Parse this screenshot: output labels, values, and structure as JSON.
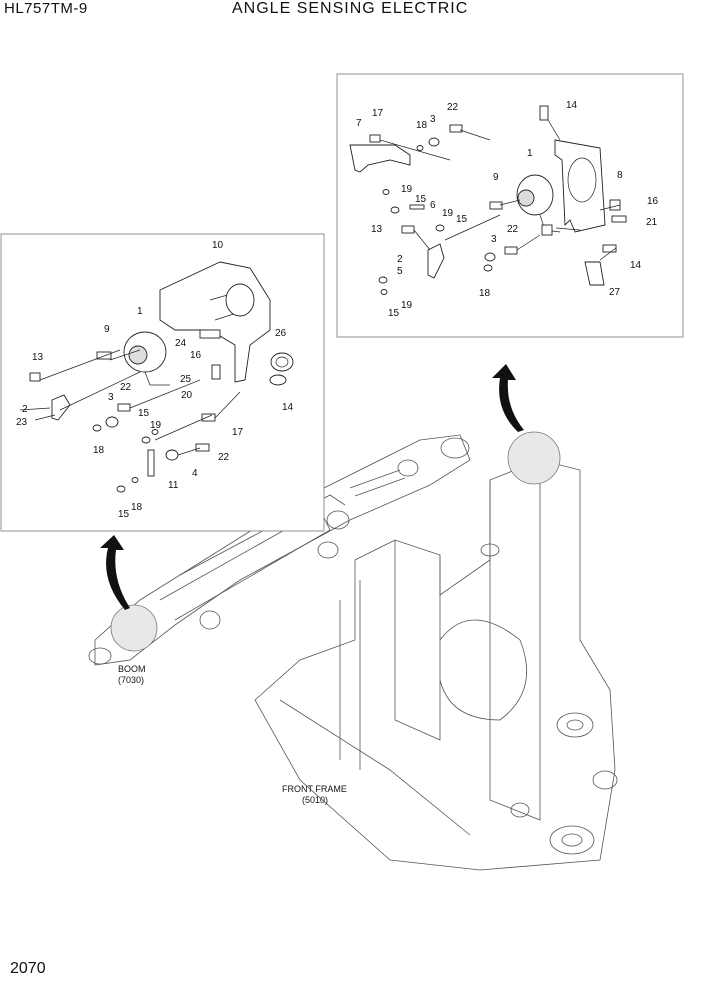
{
  "header": {
    "model": "HL757TM-9",
    "title": "ANGLE SENSING ELECTRIC"
  },
  "page_number": "2070",
  "captions": {
    "boom": "BOOM",
    "boom_ref": "(7030)",
    "front_frame": "FRONT FRAME",
    "front_frame_ref": "(5010)"
  },
  "left_callouts": {
    "c10": "10",
    "c1": "1",
    "c9": "9",
    "c26": "26",
    "c24": "24",
    "c16": "16",
    "c13": "13",
    "c25": "25",
    "c20": "20",
    "c22a": "22",
    "c2": "2",
    "c23": "23",
    "c3": "3",
    "c15a": "15",
    "c14": "14",
    "c19": "19",
    "c17": "17",
    "c18a": "18",
    "c4": "4",
    "c22b": "22",
    "c11": "11",
    "c15b": "15",
    "c18b": "18"
  },
  "right_callouts": {
    "c17": "17",
    "c18a": "18",
    "c3a": "3",
    "c22a": "22",
    "c14a": "14",
    "c7": "7",
    "c1": "1",
    "c8": "8",
    "c19a": "19",
    "c15a": "15",
    "c9": "9",
    "c16": "16",
    "c6": "6",
    "c19b": "19",
    "c15b": "15",
    "c21": "21",
    "c13": "13",
    "c22b": "22",
    "c3b": "3",
    "c2": "2",
    "c5": "5",
    "c14b": "14",
    "c18b": "18",
    "c27": "27",
    "c19c": "19",
    "c15c": "15"
  }
}
